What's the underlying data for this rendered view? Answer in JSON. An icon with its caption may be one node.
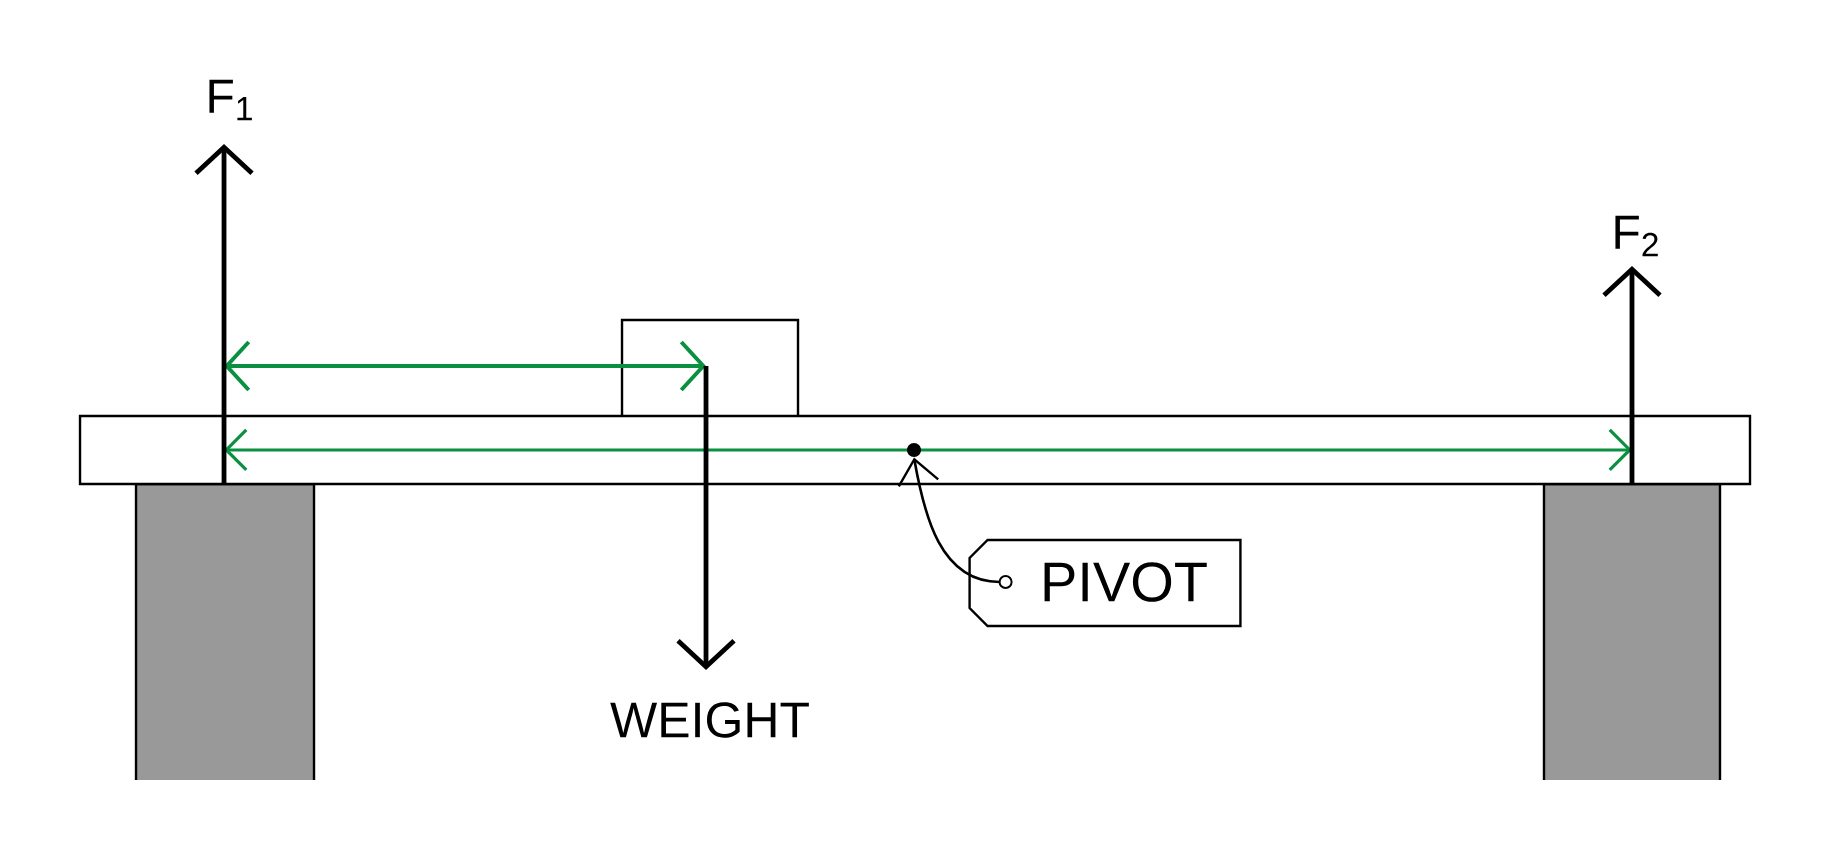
{
  "diagram": {
    "nodes": [
      {
        "text": [
          "PIVOT"
        ]
      },
      {
        "text": [],
        "shape": "circle"
      }
    ],
    "edges": [
      {
        "from": 0,
        "to": 1,
        "arrow": "to"
      }
    ],
    "labels": [
      "F$_{1}$",
      "F$_{2}$",
      "WEIGHT"
    ]
  }
}
